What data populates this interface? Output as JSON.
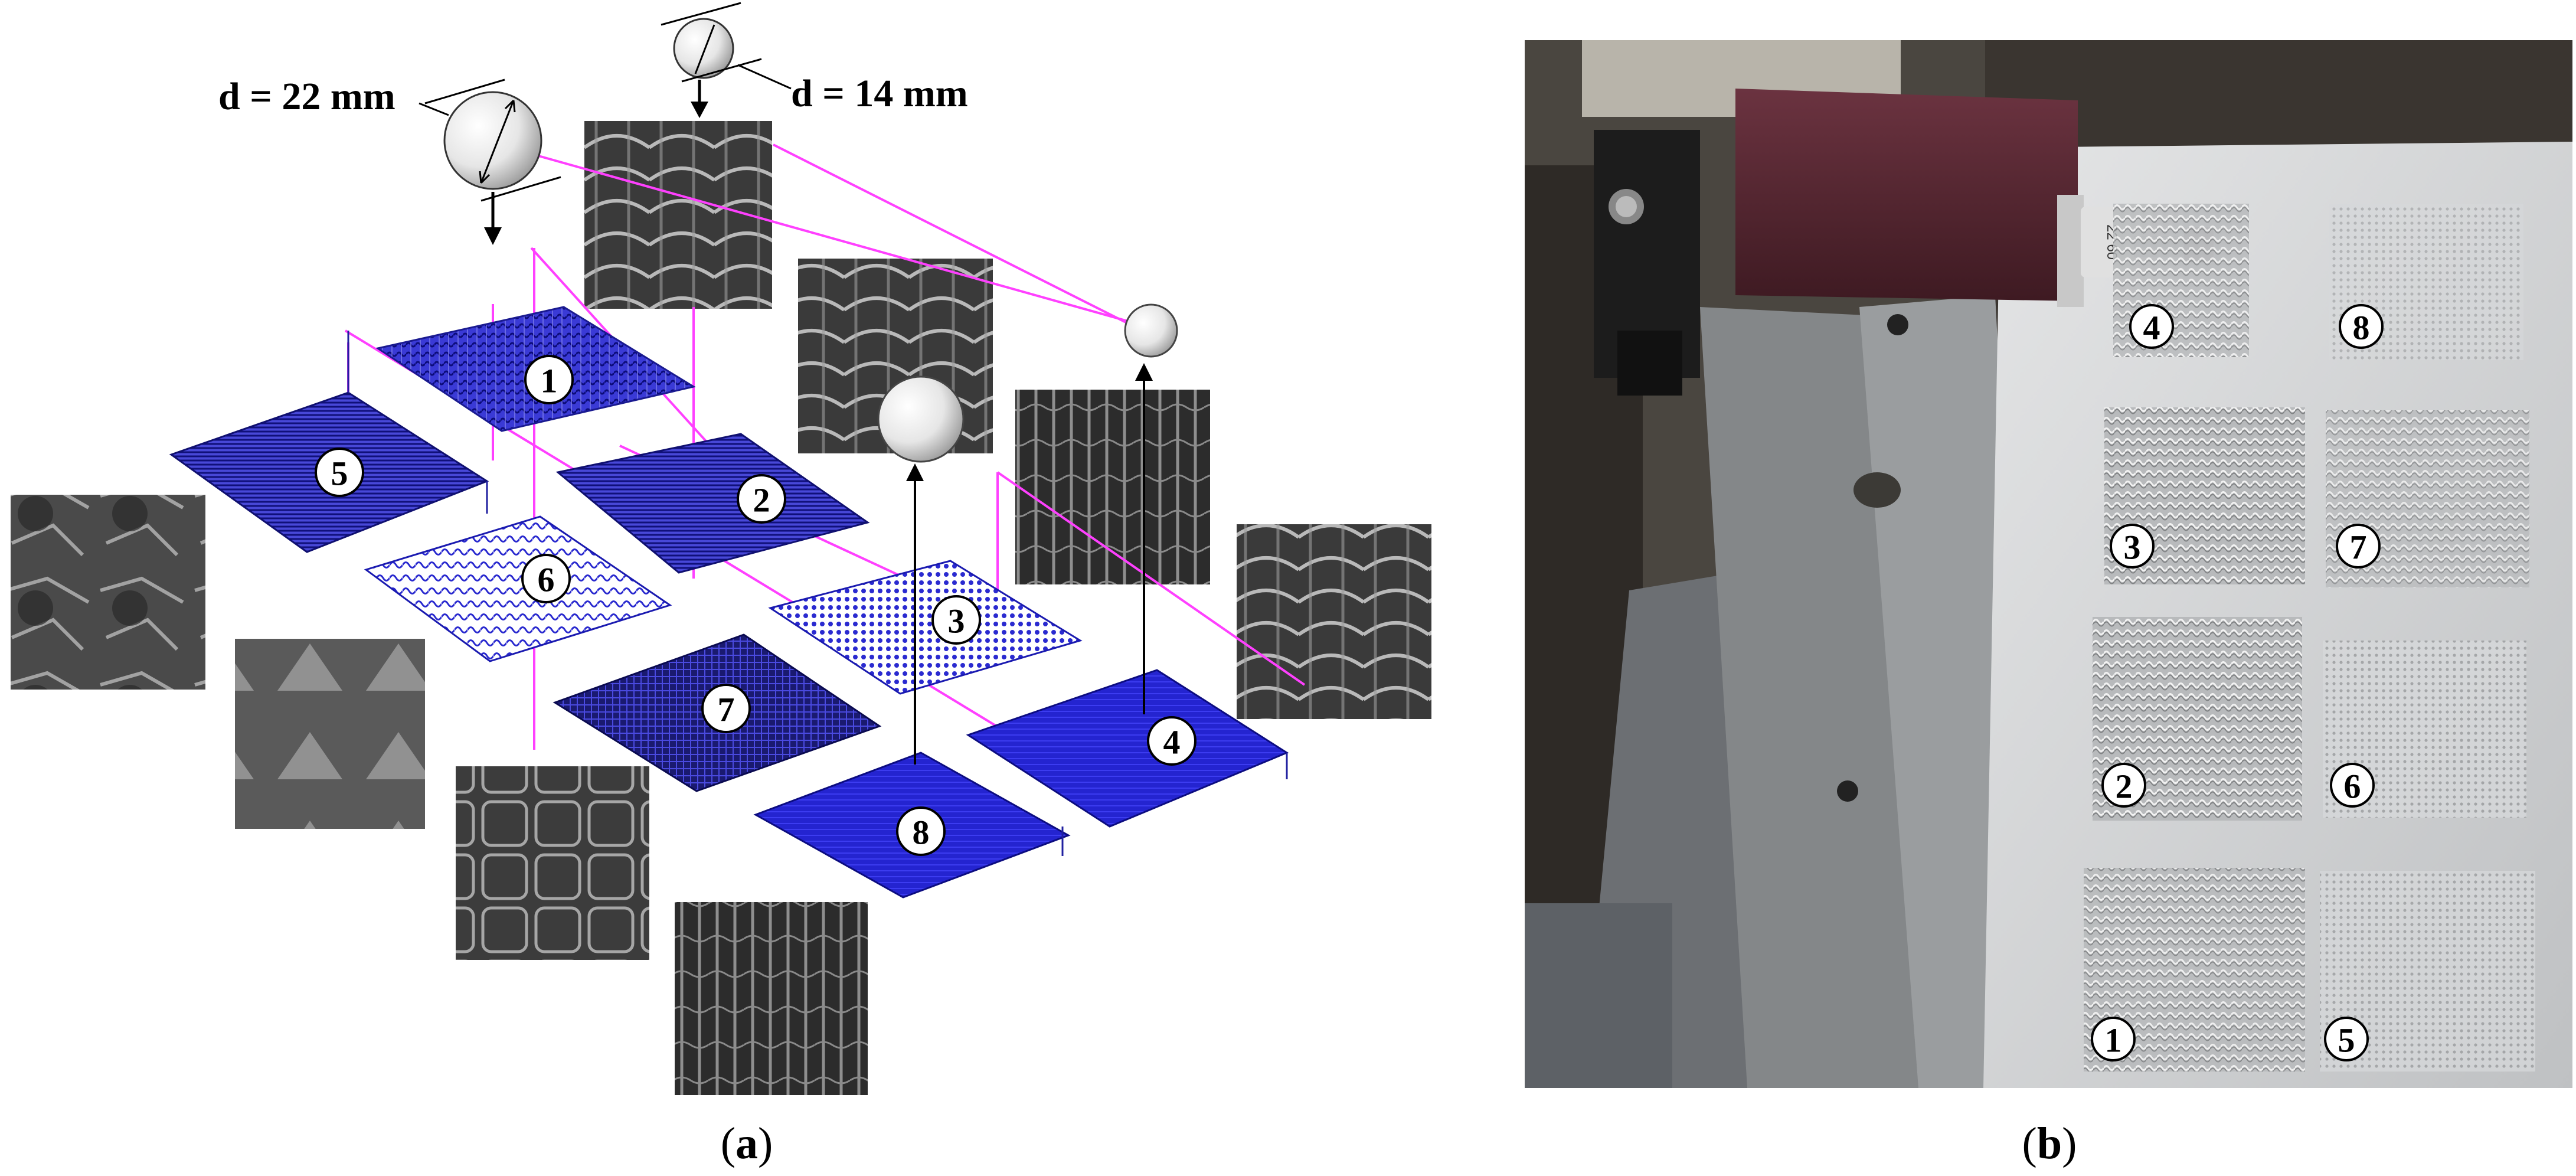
{
  "panel_a": {
    "caption_letter": "a",
    "dimension_labels": {
      "large_ball": "d = 22 mm",
      "small_ball": "d = 14 mm"
    },
    "pattern_numbers": [
      "1",
      "2",
      "3",
      "4",
      "5",
      "6",
      "7",
      "8"
    ]
  },
  "panel_b": {
    "caption_letter": "b",
    "sample_numbers": [
      "4",
      "8",
      "3",
      "7",
      "2",
      "6",
      "1",
      "5"
    ],
    "tool_marking": "22 60"
  },
  "colors": {
    "pattern_blue": "#2020c8",
    "pattern_dark": "#0c0c5a",
    "pattern_light": "#b8b8f0",
    "connector": "#ff40ff",
    "aluminum": "#d9dadb",
    "tool_body": "#5a2a34"
  }
}
